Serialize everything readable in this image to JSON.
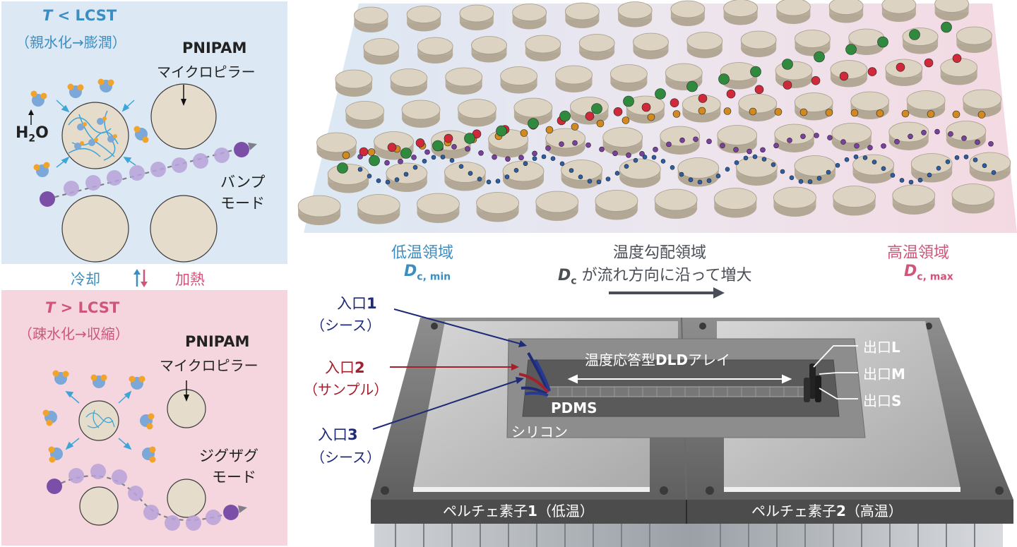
{
  "colors": {
    "cold": "#3b8ec2",
    "hot": "#d0557a",
    "inlet_navy": "#1f2a78",
    "inlet_red": "#a3212e",
    "panel_cold_bg": "#dce9f5",
    "panel_hot_bg": "#f5d6df"
  },
  "cold_panel": {
    "condition_var": "T",
    "condition_rest": " < LCST",
    "state": "（親水化→膨潤）",
    "pillar_name": "PNIPAM",
    "pillar_type": "マイクロピラー",
    "water_H": "H",
    "water_sub": "2",
    "water_O": "O",
    "mode_line1": "バンプ",
    "mode_line2": "モード"
  },
  "transition": {
    "cool": "冷却",
    "heat": "加熱"
  },
  "hot_panel": {
    "condition_var": "T",
    "condition_rest": " > LCST",
    "state": "（疎水化→収縮）",
    "pillar_name": "PNIPAM",
    "pillar_type": "マイクロピラー",
    "mode_line1": "ジグザグ",
    "mode_line2": "モード"
  },
  "array_view": {
    "low_region": "低温領域",
    "low_D": "D",
    "low_sub": "c, min",
    "gradient_region": "温度勾配領域",
    "gradient_D": "D",
    "gradient_sub": "c",
    "gradient_text": "が流れ方向に沿って増大",
    "high_region": "高温領域",
    "high_D": "D",
    "high_sub": "c, max"
  },
  "device": {
    "inlet1": "入口",
    "inlet1_num": "1",
    "inlet1_sub": "（シース）",
    "inlet2": "入口",
    "inlet2_num": "2",
    "inlet2_sub": "（サンプル）",
    "inlet3": "入口",
    "inlet3_num": "3",
    "inlet3_sub": "（シース）",
    "array_label_pre": "温度応答型",
    "array_label_bold": "DLD",
    "array_label_post": "アレイ",
    "pdms": "PDMS",
    "silicon": "シリコン",
    "outlet_L": "出口",
    "outlet_L_b": "L",
    "outlet_M": "出口",
    "outlet_M_b": "M",
    "outlet_S": "出口",
    "outlet_S_b": "S",
    "peltier1": "ペルチェ素子",
    "peltier1_num": "1",
    "peltier1_sub": "（低温）",
    "peltier2": "ペルチェ素子",
    "peltier2_num": "2",
    "peltier2_sub": "（高温）"
  }
}
